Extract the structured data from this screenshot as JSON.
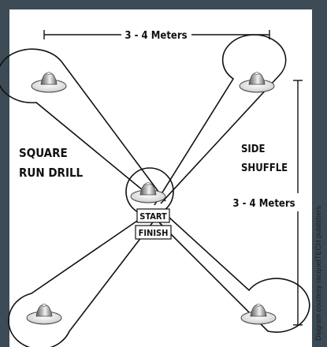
{
  "diagram": {
    "horizontal_dimension": "3 - 4 Meters",
    "vertical_dimension": "3 - 4 Meters",
    "title_line1": "SQUARE",
    "title_line2": "RUN DRILL",
    "side_label_line1": "SIDE",
    "side_label_line2": "SHUFFLE",
    "start_label": "START",
    "finish_label": "FINISH",
    "credit": "Diagram courtesy racquetTECH publishers"
  },
  "colors": {
    "frame": "#3c4b55",
    "line": "#111111",
    "cone_dark": "#6e6e6e",
    "cone_light": "#f0f0f0"
  }
}
